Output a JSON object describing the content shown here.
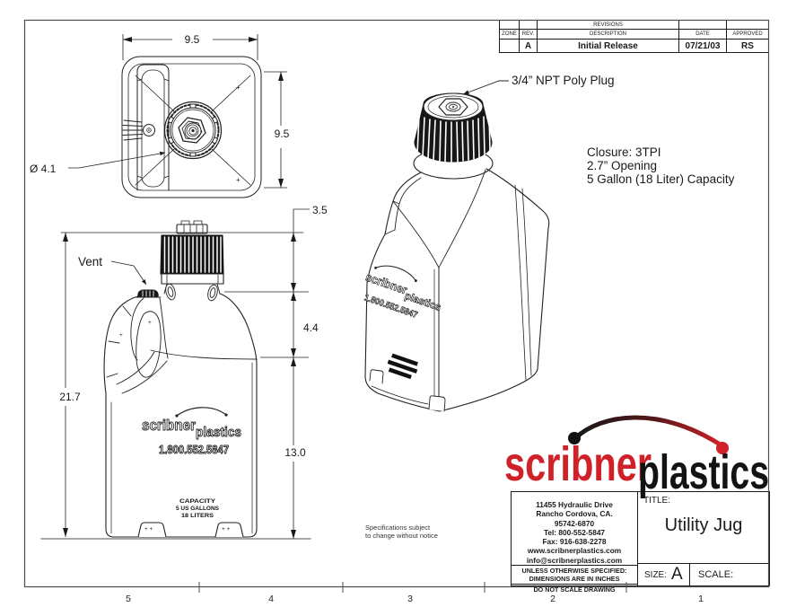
{
  "revisions_table": {
    "title": "REVISIONS",
    "headers": [
      "ZONE",
      "REV.",
      "DESCRIPTION",
      "DATE",
      "APPROVED"
    ],
    "row": {
      "zone": "",
      "rev": "A",
      "description": "Initial Release",
      "date": "07/21/03",
      "approved": "RS"
    }
  },
  "annotations": {
    "plug_label": "3/4” NPT Poly Plug",
    "closure_line1": "Closure: 3TPI",
    "closure_line2": "2.7” Opening",
    "closure_line3": "5 Gallon (18 Liter) Capacity",
    "vent_label": "Vent",
    "spec_line1": "Specifications subject",
    "spec_line2": "to change without notice"
  },
  "dimensions": {
    "top_width": "9.5",
    "top_depth": "9.5",
    "spout_diameter": "Ø 4.1",
    "overall_height": "21.7",
    "cap_height": "3.5",
    "shoulder_height": "4.4",
    "body_height": "13.0"
  },
  "jug_label": {
    "brand_left": "scribner",
    "brand_right": "plastics",
    "phone": "1.800.552.5847",
    "capacity_line1": "CAPACITY",
    "capacity_line2": "5 US GALLONS",
    "capacity_line3": "18 LITERS"
  },
  "logo": {
    "left": "scribner",
    "right": "plastics",
    "red": "#cf2127",
    "black": "#131313"
  },
  "title_block": {
    "address_line1": "11455 Hydraulic Drive",
    "address_line2": "Rancho Cordova, CA.",
    "address_line3": "95742-6870",
    "address_line4": "Tel: 800-552-5847",
    "address_line5": "Fax: 916-638-2278",
    "address_line6": "www.scribnerplastics.com",
    "address_line7": "info@scribnerplastics.com",
    "spec_line1": "UNLESS OTHERWISE SPECIFIED:",
    "spec_line2": "DIMENSIONS ARE IN INCHES",
    "do_not_scale": "DO NOT SCALE DRAWING",
    "title_label": "TITLE:",
    "title": "Utility Jug",
    "size_label": "SIZE:",
    "size": "A",
    "scale_label": "SCALE:"
  },
  "zones": {
    "z5": "5",
    "z4": "4",
    "z3": "3",
    "z2": "2",
    "z1": "1"
  }
}
